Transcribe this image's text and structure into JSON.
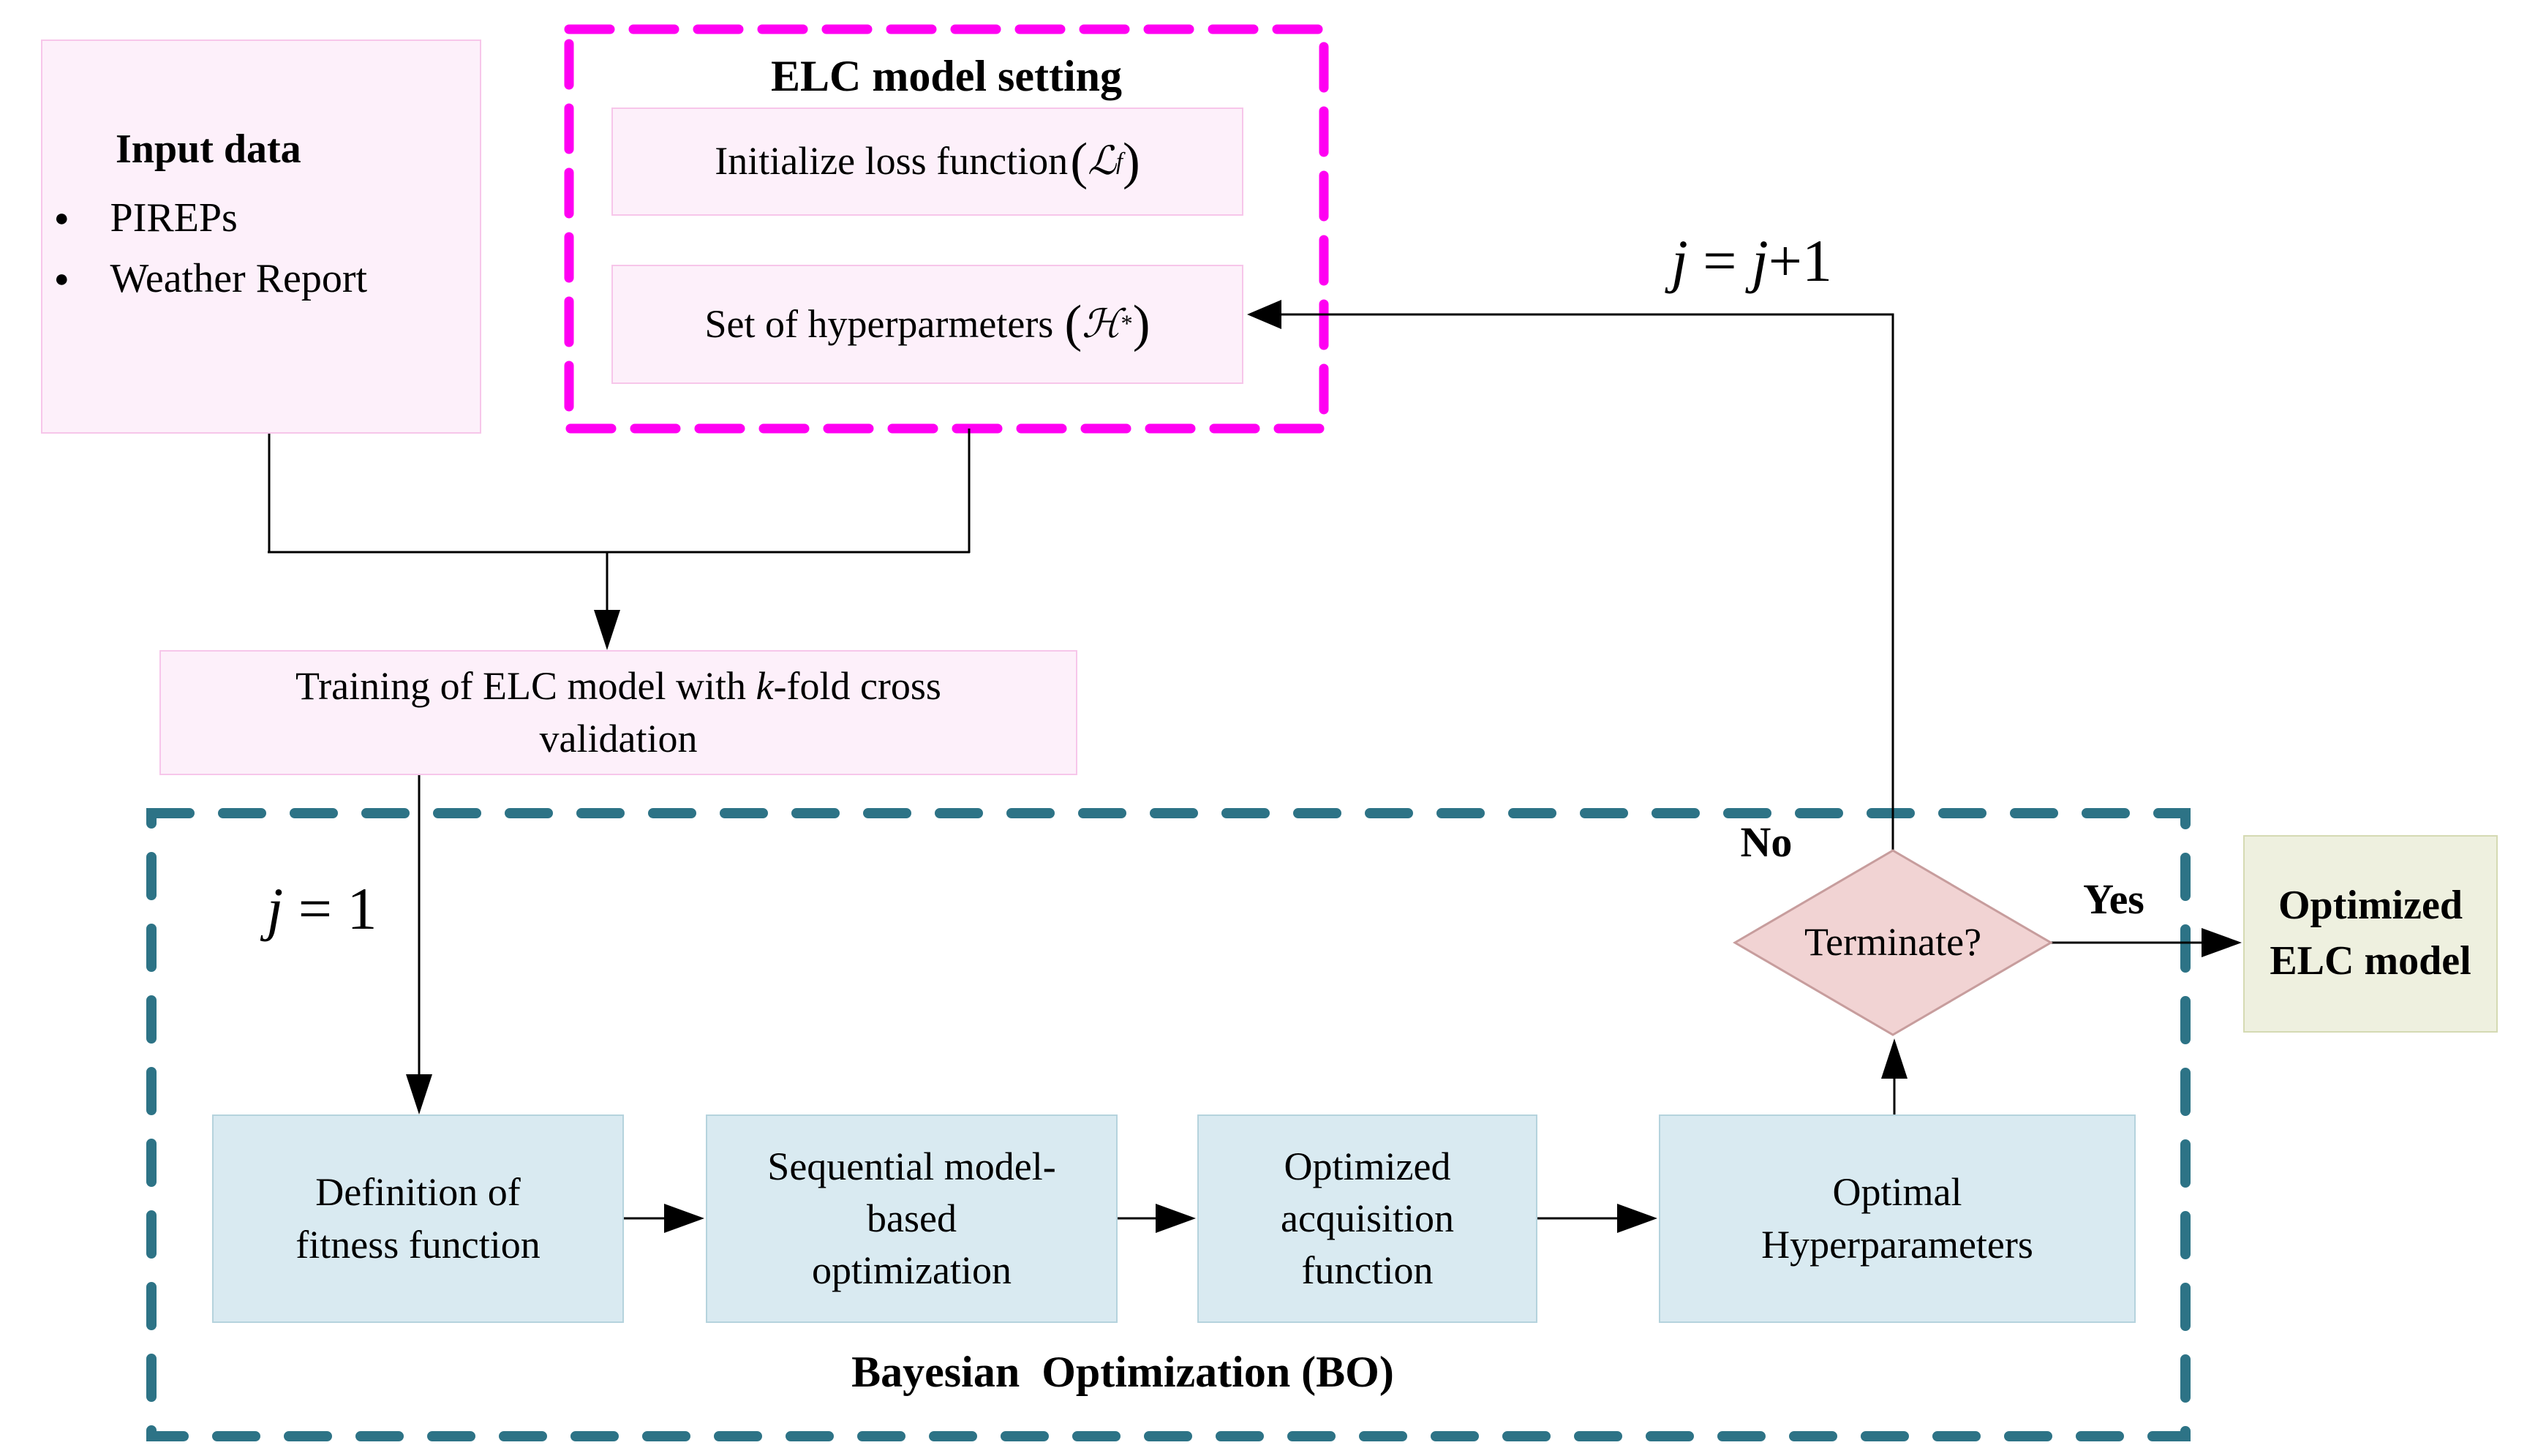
{
  "figure": {
    "type": "flowchart",
    "colors": {
      "background": "#ffffff",
      "pink_fill": "#fdf0fa",
      "pink_border": "#f7c6ea",
      "magenta_dash": "#ff00f2",
      "teal_dash": "#2d7386",
      "blue_fill": "#d9eaf1",
      "blue_border": "#b5d3dd",
      "diamond_fill": "#f1d3d3",
      "diamond_border": "#c79d9d",
      "olive_fill": "#eef0df",
      "olive_border": "#d5dab3",
      "connector": "#000000"
    }
  },
  "input_box": {
    "title": "Input data",
    "items": [
      "PIREPs",
      "Weather Report"
    ]
  },
  "elc_setting": {
    "title": "ELC model setting",
    "init_box": {
      "label": "Initialize loss function",
      "paren_open": "(",
      "symbol": "ℒ",
      "subscript": "f",
      "paren_close": ")"
    },
    "hyper_box": {
      "label": "Set of hyperparmeters",
      "paren_open": "(",
      "symbol": "ℋ",
      "superscript": "*",
      "paren_close": ")"
    }
  },
  "training_box": {
    "line1_pre": "Training of ELC model with ",
    "line1_italic": "k",
    "line1_post": "-fold cross",
    "line2": "validation"
  },
  "bo": {
    "label": "Bayesian  Optimization (BO)",
    "j_init": {
      "var": "j",
      "rest": " = 1"
    },
    "boxes": {
      "definition": {
        "lines": [
          "Definition of",
          "fitness function"
        ]
      },
      "sequential": {
        "lines": [
          "Sequential model-",
          "based",
          "optimization"
        ]
      },
      "acquisition": {
        "lines": [
          "Optimized",
          "acquisition",
          "function"
        ]
      },
      "optimal": {
        "lines": [
          "Optimal",
          "Hyperparameters"
        ]
      }
    }
  },
  "decision": {
    "label": "Terminate?",
    "no_label": "No",
    "yes_label": "Yes"
  },
  "loop": {
    "j_incr": {
      "var1": "j",
      "eq": " = ",
      "var2": "j",
      "plus": "+1"
    }
  },
  "output_box": {
    "lines": [
      "Optimized",
      "ELC model"
    ]
  }
}
